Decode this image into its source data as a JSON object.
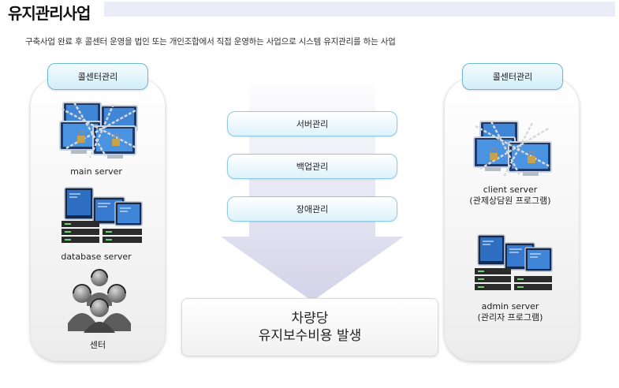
{
  "page": {
    "title": "유지관리사업",
    "description": "구축사업 완료 후 콜센터 운영을 법인 또는 개인조합에서 직접 운영하는 사업으로 시스템 유지관리를 하는 사업"
  },
  "left_panel": {
    "label": "콜센터관리",
    "items": [
      {
        "icon": "locked-monitors-icon",
        "label": "main server"
      },
      {
        "icon": "server-workstations-icon",
        "label": "database server"
      },
      {
        "icon": "headset-operators-icon",
        "label": "센터"
      }
    ]
  },
  "right_panel": {
    "label": "콜센터관리",
    "items": [
      {
        "icon": "locked-monitors-icon",
        "label": "client server",
        "sublabel": "(관제상담원 프로그램)"
      },
      {
        "icon": "server-workstations-icon",
        "label": "admin server",
        "sublabel": "(관리자 프로그램)"
      }
    ]
  },
  "services": [
    "서버관리",
    "백업관리",
    "장애관리"
  ],
  "result": {
    "line1": "차량당",
    "line2": "유지보수비용 발생"
  },
  "colors": {
    "title_bar": "#ececf8",
    "label_border": "#6fb9d0",
    "arrow": "#dcdcef"
  }
}
